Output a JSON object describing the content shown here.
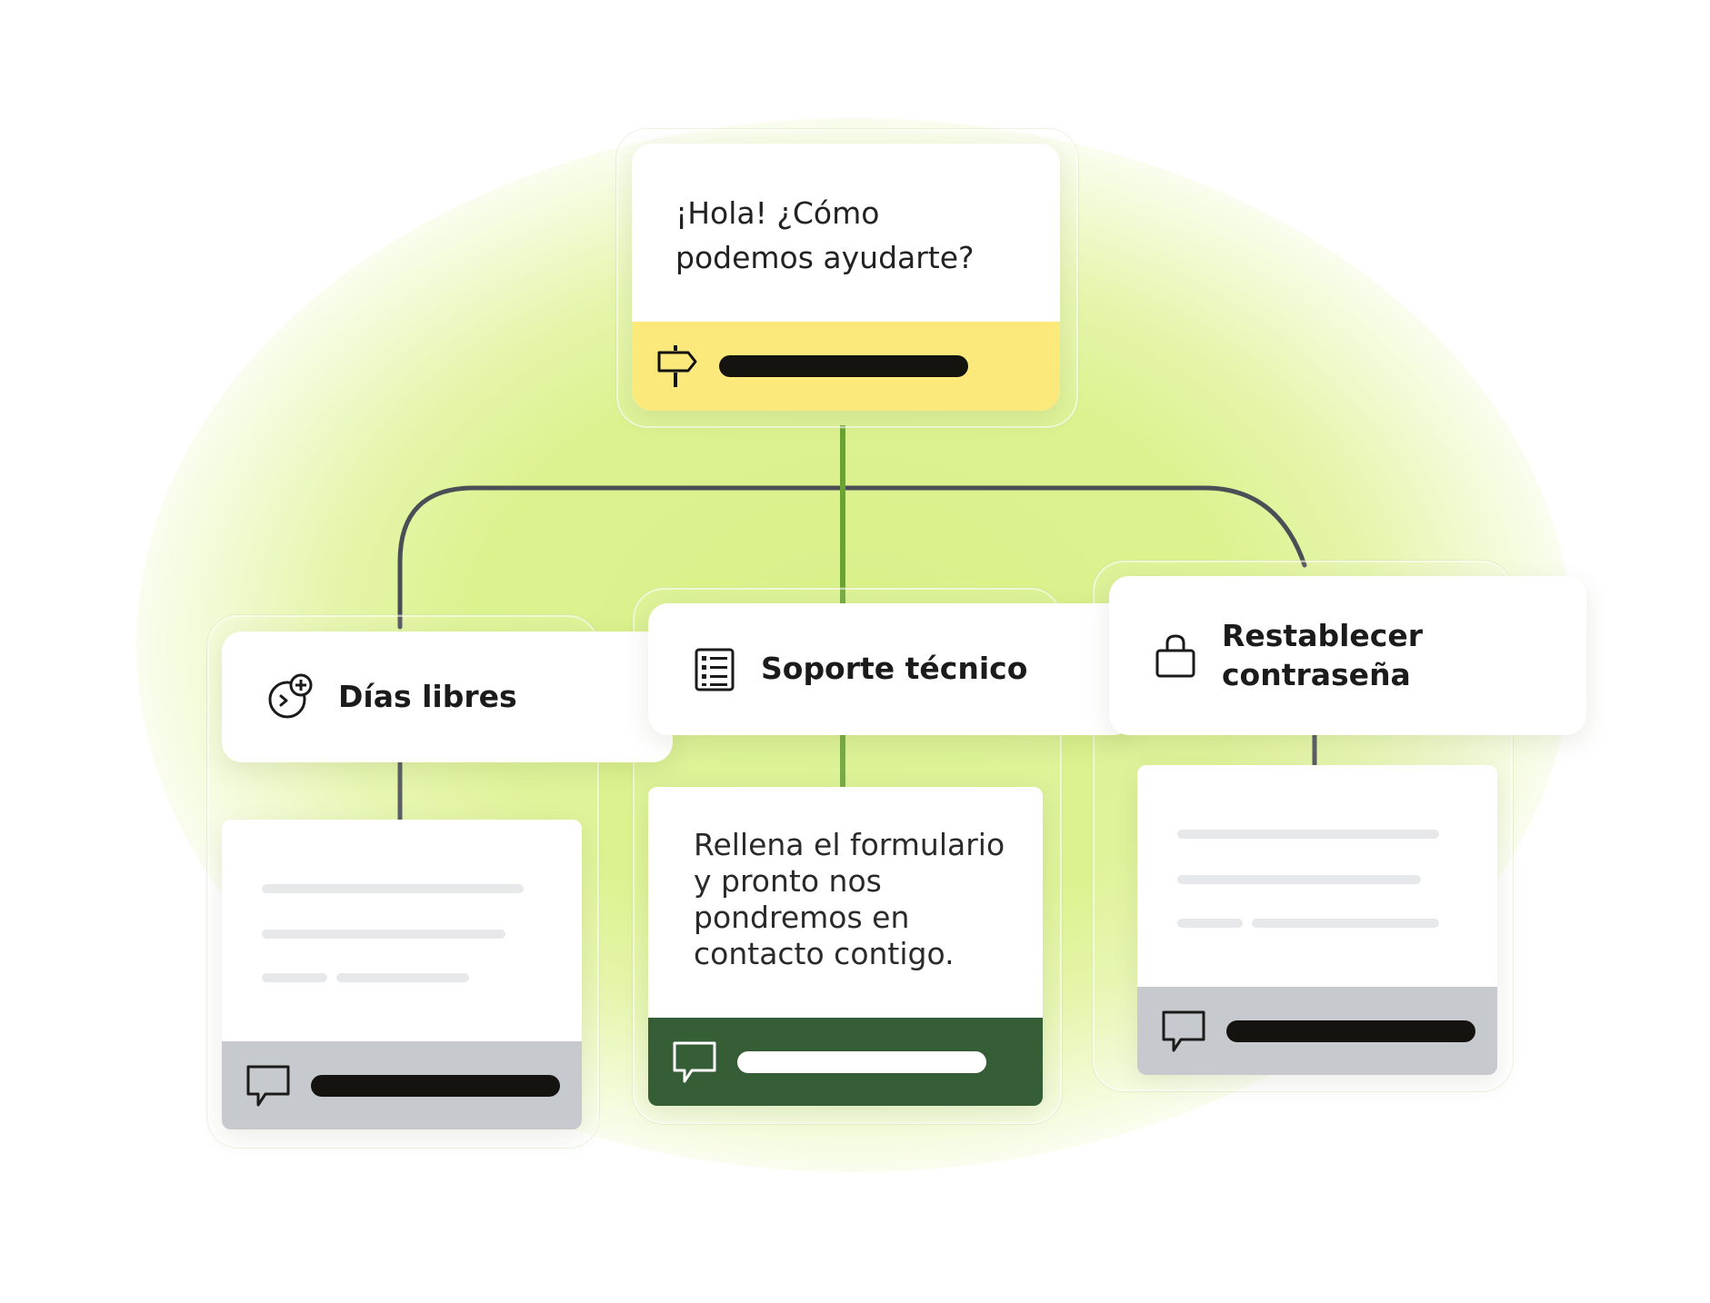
{
  "diagram": {
    "root": {
      "message": "¡Hola! ¿Cómo podemos ayudarte?",
      "icon": "signpost-icon",
      "footer_color": "#fce97c"
    },
    "branches": [
      {
        "title": "Días libres",
        "icon": "clock-plus-icon",
        "response_icon": "chat-bubble-icon",
        "footer_color": "#c6c9cd"
      },
      {
        "title": "Soporte técnico",
        "icon": "form-list-icon",
        "response_text": "Rellena el formulario y pronto nos pondremos en contacto contigo.",
        "response_icon": "chat-bubble-icon",
        "footer_color": "#355e36"
      },
      {
        "title": "Restablecer contraseña",
        "icon": "lock-icon",
        "response_icon": "chat-bubble-icon",
        "footer_color": "#c6c9cd"
      }
    ],
    "colors": {
      "glow": "#d9f08a",
      "connector_main": "#4a4f55",
      "connector_center": "#6aa332",
      "pill_dark": "#15130f",
      "pill_light": "#ffffff"
    }
  }
}
